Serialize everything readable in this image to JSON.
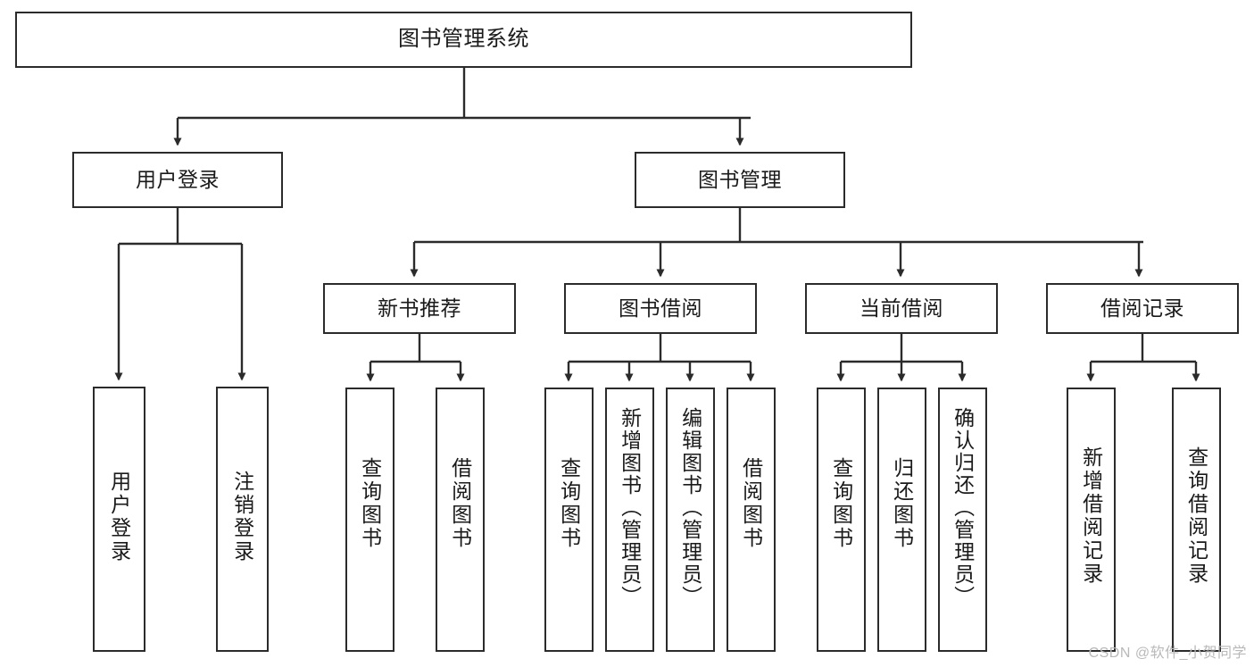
{
  "diagram": {
    "type": "tree",
    "title": "图书管理系统",
    "orientation": "top-down",
    "colors": {
      "box_border": "#2b2b2b",
      "box_fill": "#ffffff",
      "edge": "#2b2b2b",
      "text": "#1a1a1a",
      "watermark": "#b9b9b9",
      "background": "#ffffff"
    }
  },
  "nodes": {
    "root": {
      "label": "图书管理系统",
      "level": 1
    },
    "level2": [
      {
        "id": "user-login",
        "label": "用户登录"
      },
      {
        "id": "book-manage",
        "label": "图书管理"
      }
    ],
    "level3": [
      {
        "id": "new-book-recommend",
        "label": "新书推荐"
      },
      {
        "id": "book-borrow",
        "label": "图书借阅"
      },
      {
        "id": "current-borrow",
        "label": "当前借阅"
      },
      {
        "id": "borrow-record",
        "label": "借阅记录"
      }
    ],
    "leaves": {
      "user-login": [
        {
          "id": "leaf-user-login",
          "label": "用户登录"
        },
        {
          "id": "leaf-logout-login",
          "label": "注销登录"
        }
      ],
      "new-book-recommend": [
        {
          "id": "leaf-query-book-1",
          "label": "查询图书"
        },
        {
          "id": "leaf-borrow-book-1",
          "label": "借阅图书"
        }
      ],
      "book-borrow": [
        {
          "id": "leaf-query-book-2",
          "label": "查询图书"
        },
        {
          "id": "leaf-add-book",
          "label": "新增图书（管理员）"
        },
        {
          "id": "leaf-edit-book",
          "label": "编辑图书（管理员）"
        },
        {
          "id": "leaf-borrow-book-2",
          "label": "借阅图书"
        }
      ],
      "current-borrow": [
        {
          "id": "leaf-query-book-3",
          "label": "查询图书"
        },
        {
          "id": "leaf-return-book",
          "label": "归还图书"
        },
        {
          "id": "leaf-confirm-return",
          "label": "确认归还（管理员）"
        }
      ],
      "borrow-record": [
        {
          "id": "leaf-add-record",
          "label": "新增借阅记录"
        },
        {
          "id": "leaf-query-record",
          "label": "查询借阅记录"
        }
      ]
    }
  },
  "watermark": {
    "text": "CSDN @软件_小贺同学"
  }
}
